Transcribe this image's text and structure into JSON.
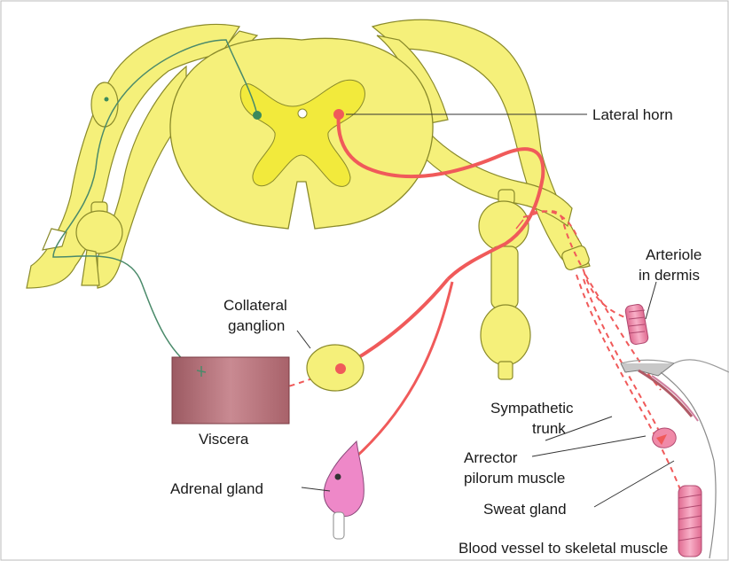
{
  "labels": {
    "lateral_horn": "Lateral horn",
    "arteriole_line1": "Arteriole",
    "arteriole_line2": "in dermis",
    "collateral_line1": "Collateral",
    "collateral_line2": "ganglion",
    "viscera": "Viscera",
    "sympathetic_line1": "Sympathetic",
    "sympathetic_line2": "trunk",
    "arrector_line1": "Arrector",
    "arrector_line2": "pilorum muscle",
    "adrenal": "Adrenal gland",
    "sweat": "Sweat gland",
    "blood_vessel": "Blood vessel to skeletal muscle"
  },
  "colors": {
    "nerve_yellow": "#f5f07a",
    "nerve_outline": "#8a8a2a",
    "grey_matter": "#f2ea3c",
    "sympathetic_red": "#f05a5a",
    "sensory_green": "#4a8a6a",
    "viscera_fill": "#b9707a",
    "adrenal_pink": "#ee88c8",
    "vessel_pink": "#f08aa8"
  }
}
